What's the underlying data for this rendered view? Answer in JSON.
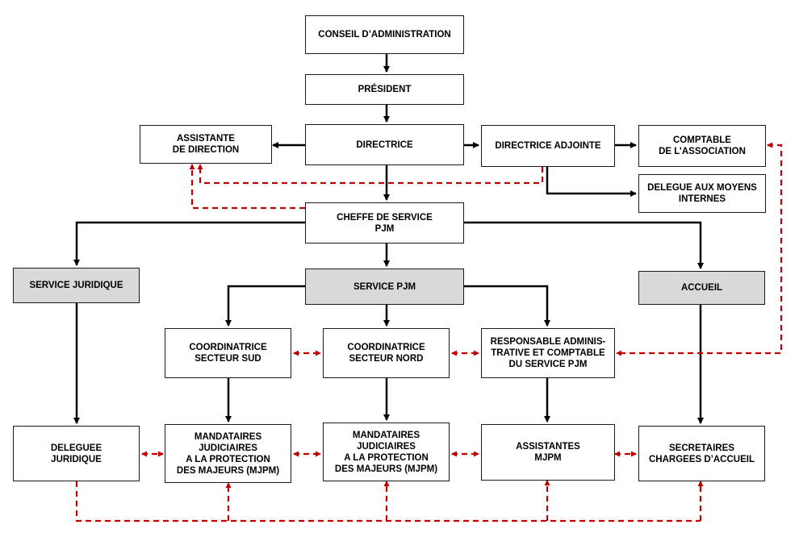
{
  "diagram": {
    "colors": {
      "solid_line": "#000000",
      "dashed_line": "#c00000",
      "box_border": "#1a1a1a",
      "shaded_box": "#d9d9d9"
    },
    "nodes": {
      "conseil": "CONSEIL D’ADMINISTRATION",
      "president": "PRÉSIDENT",
      "assistante": "ASSISTANTE\nDE DIRECTION",
      "directrice": "DIRECTRICE",
      "directrice_adjointe": "DIRECTRICE ADJOINTE",
      "comptable": "COMPTABLE\nDE L’ASSOCIATION",
      "delegue_moyens": "DELEGUE AUX MOYENS\nINTERNES",
      "cheffe": "CHEFFE DE SERVICE\nPJM",
      "service_juridique": "SERVICE JURIDIQUE",
      "service_pjm": "SERVICE PJM",
      "accueil": "ACCUEIL",
      "coord_sud": "COORDINATRICE\nSECTEUR SUD",
      "coord_nord": "COORDINATRICE\nSECTEUR NORD",
      "resp_admin": "RESPONSABLE ADMINIS-\nTRATIVE ET COMPTABLE\nDU SERVICE PJM",
      "deleguee_juridique": "DELEGUEE\nJURIDIQUE",
      "mjpm_sud": "MANDATAIRES\nJUDICIAIRES\nA LA PROTECTION\nDES MAJEURS (MJPM)",
      "mjpm_nord": "MANDATAIRES\nJUDICIAIRES\nA LA PROTECTION\nDES MAJEURS (MJPM)",
      "assistantes": "ASSISTANTES\nMJPM",
      "secretaires": "SECRETAIRES\nCHARGEES D’ACCUEIL"
    }
  }
}
